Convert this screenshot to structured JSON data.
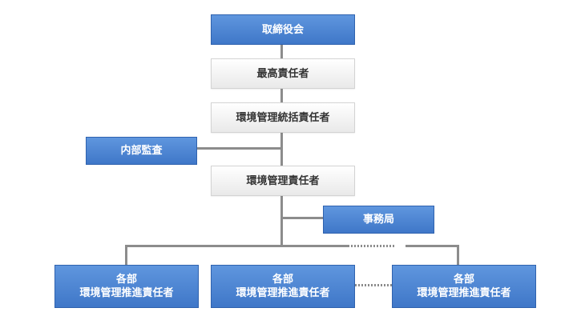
{
  "org_chart": {
    "board": "取締役会",
    "top_manager": "最高責任者",
    "general_manager": "環境管理統括責任者",
    "internal_audit": "内部監査",
    "env_manager": "環境管理責任者",
    "secretariat": "事務局",
    "departments": [
      {
        "line1": "各部",
        "line2": "環境管理推進責任者"
      },
      {
        "line1": "各部",
        "line2": "環境管理推進責任者"
      },
      {
        "line1": "各部",
        "line2": "環境管理推進責任者"
      }
    ]
  },
  "colors": {
    "blue_box": "#4a84d3",
    "gray_box": "#f2f2f2",
    "connector": "#8c8c8c"
  }
}
